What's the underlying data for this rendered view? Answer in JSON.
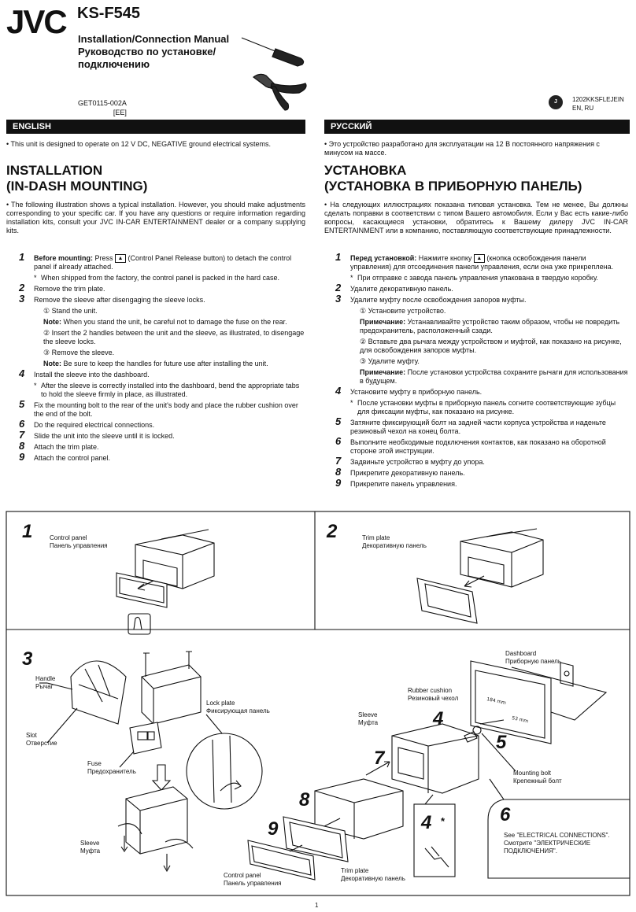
{
  "header": {
    "brand": "JVC",
    "model": "KS-F545",
    "title_en": "Installation/Connection Manual",
    "title_ru_1": "Руководство по установке/",
    "title_ru_2": "подключению",
    "code_left_1": "GET0115-002A",
    "code_left_2": "[EE]",
    "code_right_1": "1202KKSFLEJEIN",
    "code_right_2": "EN, RU",
    "badge": "J"
  },
  "en": {
    "bar": "ENGLISH",
    "intro": "This unit is designed to operate on 12 V DC, NEGATIVE ground electrical systems.",
    "title_1": "INSTALLATION",
    "title_2": "(IN-DASH MOUNTING)",
    "para": "The following illustration shows a typical installation. However, you should make adjustments corresponding to your specific car. If you have any questions or require information regarding installation kits, consult your JVC IN-CAR ENTERTAINMENT dealer or a company supplying kits.",
    "s1_bold": "Before mounting:",
    "s1_pre": " Press ",
    "s1_post": " (Control Panel Release button) to detach the control panel if already attached.",
    "s1_note": "When shipped from the factory, the control panel is packed in the hard case.",
    "s2": "Remove the trim plate.",
    "s3": "Remove the sleeve after disengaging the sleeve locks.",
    "s3a": "Stand the unit.",
    "s3a_note_b": "Note:",
    "s3a_note": " When you stand the unit, be careful not to damage the fuse on the rear.",
    "s3b": "Insert the 2 handles between the unit and the sleeve, as illustrated, to disengage the sleeve locks.",
    "s3c": "Remove the sleeve.",
    "s3c_note_b": "Note:",
    "s3c_note": " Be sure to keep the handles for future use after installing the unit.",
    "s4": "Install the sleeve into the dashboard.",
    "s4_note": "After the sleeve is correctly installed into the dashboard, bend the appropriate tabs to hold the sleeve firmly in place, as illustrated.",
    "s5": "Fix the mounting bolt to the rear of the unit's body and place the rubber cushion over the end of the bolt.",
    "s6": "Do the required electrical connections.",
    "s7": "Slide the unit into the sleeve until it is locked.",
    "s8": "Attach the trim plate.",
    "s9": "Attach the control panel."
  },
  "ru": {
    "bar": "РУССКИЙ",
    "intro": "Это устройство разработано для эксплуатации на 12 В постоянного напряжения с минусом на массе.",
    "title_1": "УСТАНОВКА",
    "title_2": "(УСТАНОВКА В ПРИБОРНУЮ ПАНЕЛЬ)",
    "para": "На следующих иллюстрациях показана типовая установка. Тем не менее, Вы должны сделать поправки в соответствии с типом Вашего автомобиля. Если у Вас есть какие-либо вопросы, касающиеся установки, обратитесь к Вашему дилеру JVC IN-CAR ENTERTAINMENT или в компанию, поставляющую соответствующие принадлежности.",
    "s1_bold": "Перед установкой:",
    "s1_pre": " Нажмите кнопку ",
    "s1_post": " (кнопка освобождения панели управления) для отсоединения панели управления, если она уже прикреплена.",
    "s1_note": "При отправке с завода панель управления упакована в твердую коробку.",
    "s2": "Удалите декоративную панель.",
    "s3": "Удалите муфту после освобождения запоров муфты.",
    "s3a": "Установите устройство.",
    "s3a_note_b": "Примечание:",
    "s3a_note": " Устанавливайте устройство таким образом, чтобы не повредить предохранитель, расположенный сзади.",
    "s3b": "Вставьте два рычага между устройством и муфтой, как показано на рисунке, для освобождения запоров муфты.",
    "s3c": "Удалите муфту.",
    "s3c_note_b": "Примечание:",
    "s3c_note": " После установки устройства сохраните рычаги для использования в будущем.",
    "s4": "Установите муфту в приборную панель.",
    "s4_note": "После установки муфты в приборную панель согните соответствующие зубцы для фиксации муфты, как показано на рисунке.",
    "s5": "Затяните фиксирующий болт на задней части корпуса устройства и наденьте резиновый чехол на конец болта.",
    "s6": "Выполните необходимые подключения контактов, как показано на оборотной стороне этой инструкции.",
    "s7": "Задвиньте устройство в муфту до упора.",
    "s8": "Прикрепите декоративную панель.",
    "s9": "Прикрепите панель управления."
  },
  "labels": {
    "cp_en": "Control panel",
    "cp_ru": "Панель управления",
    "trim_en": "Trim plate",
    "trim_ru": "Декоративную панель",
    "handle_en": "Handle",
    "handle_ru": "Рычаг",
    "slot_en": "Slot",
    "slot_ru": "Отверстие",
    "fuse_en": "Fuse",
    "fuse_ru": "Предохранитель",
    "lock_en": "Lock plate",
    "lock_ru": "Фиксирующая панель",
    "sleeve_en": "Sleeve",
    "sleeve_ru": "Муфта",
    "dash_en": "Dashboard",
    "dash_ru": "Приборную панель",
    "rubber_en": "Rubber cushion",
    "rubber_ru": "Резиновый чехол",
    "bolt_en": "Mounting bolt",
    "bolt_ru": "Крепежный болт",
    "dim1": "184 mm",
    "dim2": "53 mm",
    "see_en": "See \"ELECTRICAL CONNECTIONS\".",
    "see_ru_1": "Смотрите \"ЭЛЕКТРИЧЕСКИЕ",
    "see_ru_2": "ПОДКЛЮЧЕНИЯ\".",
    "n1": "1",
    "n2": "2",
    "n3": "3",
    "n4": "4",
    "n4b": "4",
    "ast": "*",
    "n5": "5",
    "n6": "6",
    "n7": "7",
    "n8": "8",
    "n9": "9",
    "page": "1"
  },
  "step_numbers": [
    "1",
    "2",
    "3",
    "4",
    "5",
    "6",
    "7",
    "8",
    "9"
  ],
  "circled": [
    "①",
    "②",
    "③"
  ]
}
